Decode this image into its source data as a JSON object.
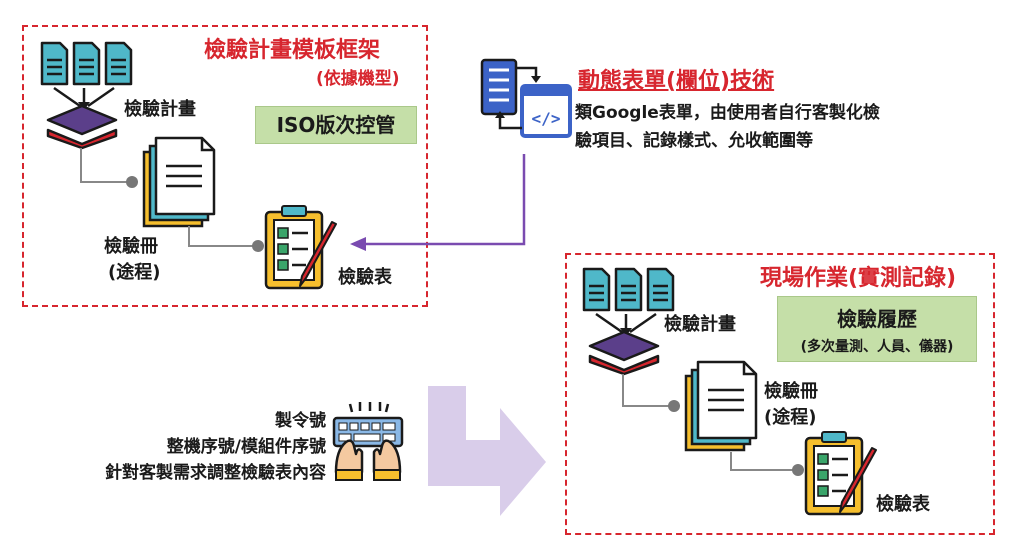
{
  "colors": {
    "red": "#d7262e",
    "purple": "#7a4bb0",
    "green_box": "#c5dfa8",
    "teal": "#4fb8c9",
    "blue": "#3c63c7",
    "arrow_fill": "#d9cdea"
  },
  "template_frame": {
    "title": "檢驗計畫模板框架",
    "subtitle": "(依據機型)",
    "plan_label": "檢驗計畫",
    "badge": "ISO版次控管",
    "booklet_label_line1": "檢驗冊",
    "booklet_label_line2": "(途程)",
    "form_label": "檢驗表"
  },
  "dynamic_form": {
    "title": "動態表單(欄位)技術",
    "desc_line1": "類Google表單，由使用者自行客製化檢",
    "desc_line2": "驗項目、記錄樣式、允收範圍等"
  },
  "field_work": {
    "title": "現場作業(實測記錄)",
    "plan_label": "檢驗計畫",
    "history_title": "檢驗履歷",
    "history_sub": "(多次量測、人員、儀器)",
    "booklet_label_line1": "檢驗冊",
    "booklet_label_line2": "(途程)",
    "form_label": "檢驗表"
  },
  "input_notes": {
    "line1": "製令號",
    "line2": "整機序號/模組件序號",
    "line3": "針對客製需求調整檢驗表內容"
  },
  "icons": {
    "documents": "documents-icon",
    "stack": "layer-stack-icon",
    "booklet": "booklet-icon",
    "clipboard": "clipboard-checklist-icon",
    "dynamic": "dynamic-form-icon",
    "keyboard": "keyboard-typing-icon"
  }
}
